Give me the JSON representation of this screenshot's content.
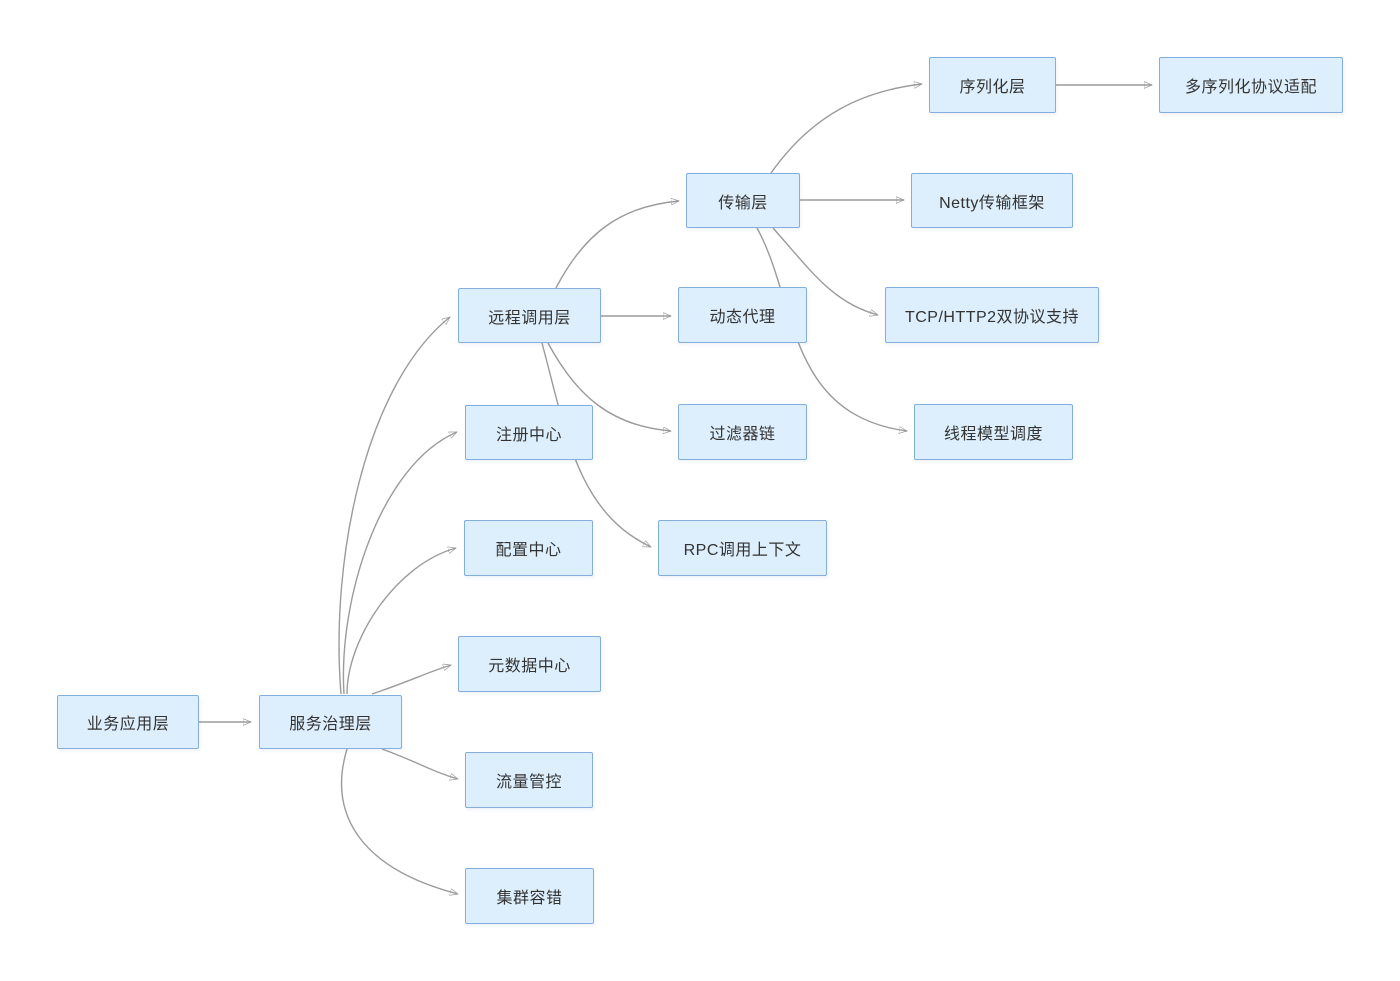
{
  "diagram": {
    "type": "flowchart",
    "background": "#ffffff",
    "colors": {
      "node_fill": "#ddeffc",
      "node_border": "#84aede",
      "node_text": "#333333",
      "edge": "#9b9b9b"
    },
    "nodes": [
      {
        "id": "business-app-layer",
        "label": "业务应用层"
      },
      {
        "id": "service-governance-layer",
        "label": "服务治理层"
      },
      {
        "id": "remote-call-layer",
        "label": "远程调用层"
      },
      {
        "id": "registry-center",
        "label": "注册中心"
      },
      {
        "id": "config-center",
        "label": "配置中心"
      },
      {
        "id": "metadata-center",
        "label": "元数据中心"
      },
      {
        "id": "traffic-control",
        "label": "流量管控"
      },
      {
        "id": "cluster-fault-tolerance",
        "label": "集群容错"
      },
      {
        "id": "transport-layer",
        "label": "传输层"
      },
      {
        "id": "dynamic-proxy",
        "label": "动态代理"
      },
      {
        "id": "filter-chain",
        "label": "过滤器链"
      },
      {
        "id": "rpc-call-context",
        "label": "RPC调用上下文"
      },
      {
        "id": "serialization-layer",
        "label": "序列化层"
      },
      {
        "id": "netty-transport-framework",
        "label": "Netty传输框架"
      },
      {
        "id": "tcp-http2-dual-protocol",
        "label": "TCP/HTTP2双协议支持"
      },
      {
        "id": "thread-model-scheduling",
        "label": "线程模型调度"
      },
      {
        "id": "multi-serialization-adapter",
        "label": "多序列化协议适配"
      }
    ],
    "edges": [
      {
        "from": "business-app-layer",
        "to": "service-governance-layer"
      },
      {
        "from": "service-governance-layer",
        "to": "remote-call-layer"
      },
      {
        "from": "service-governance-layer",
        "to": "registry-center"
      },
      {
        "from": "service-governance-layer",
        "to": "config-center"
      },
      {
        "from": "service-governance-layer",
        "to": "metadata-center"
      },
      {
        "from": "service-governance-layer",
        "to": "traffic-control"
      },
      {
        "from": "service-governance-layer",
        "to": "cluster-fault-tolerance"
      },
      {
        "from": "remote-call-layer",
        "to": "transport-layer"
      },
      {
        "from": "remote-call-layer",
        "to": "dynamic-proxy"
      },
      {
        "from": "remote-call-layer",
        "to": "filter-chain"
      },
      {
        "from": "remote-call-layer",
        "to": "rpc-call-context"
      },
      {
        "from": "transport-layer",
        "to": "serialization-layer"
      },
      {
        "from": "transport-layer",
        "to": "netty-transport-framework"
      },
      {
        "from": "transport-layer",
        "to": "tcp-http2-dual-protocol"
      },
      {
        "from": "transport-layer",
        "to": "thread-model-scheduling"
      },
      {
        "from": "serialization-layer",
        "to": "multi-serialization-adapter"
      }
    ]
  }
}
